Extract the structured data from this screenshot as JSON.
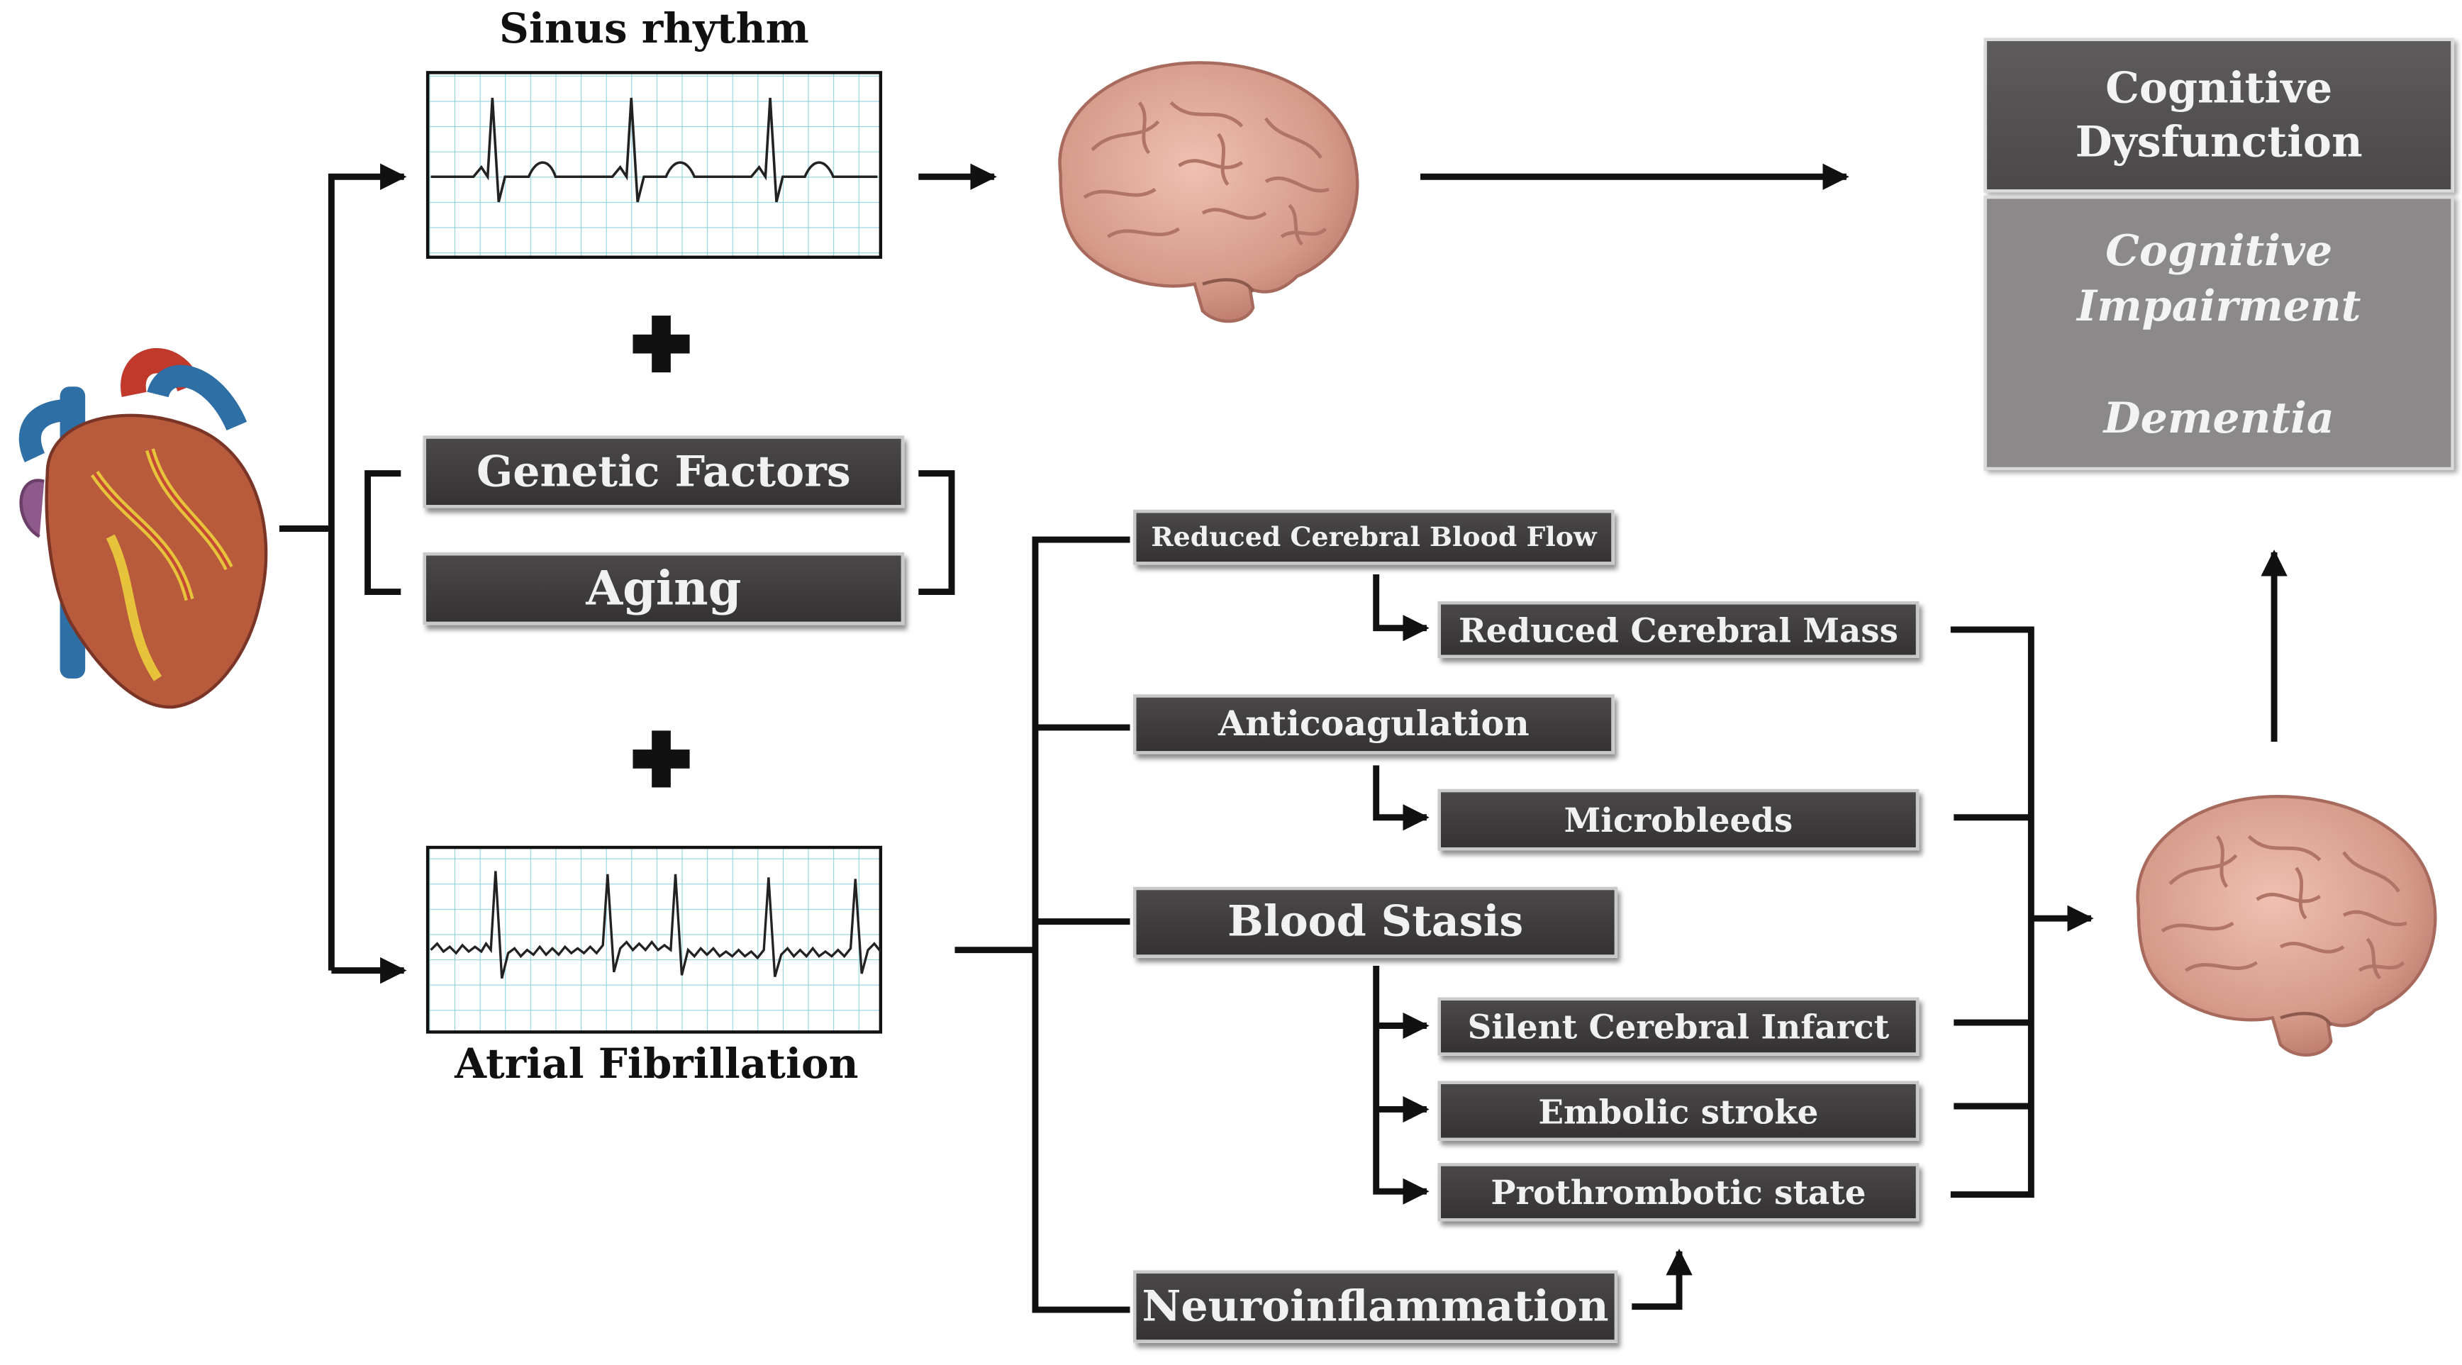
{
  "ecg": {
    "sinus_label": "Sinus rhythm",
    "af_label": "Atrial Fibrillation"
  },
  "risk_factors": [
    "Genetic Factors",
    "Aging"
  ],
  "mechanisms": {
    "reduced_flow": "Reduced Cerebral Blood Flow",
    "reduced_mass": "Reduced Cerebral Mass",
    "anticoagulation": "Anticoagulation",
    "microbleeds": "Microbleeds",
    "blood_stasis": "Blood Stasis",
    "silent_infarct": "Silent Cerebral Infarct",
    "embolic_stroke": "Embolic stroke",
    "prothrombotic": "Prothrombotic state",
    "neuroinflammation": "Neuroinflammation"
  },
  "outcomes": {
    "dysfunction_line1": "Cognitive",
    "dysfunction_line2": "Dysfunction",
    "impairment_line1": "Cognitive",
    "impairment_line2": "Impairment",
    "dementia": "Dementia"
  },
  "colors": {
    "box_fill": "#3d3b3b",
    "outcome_dark": "#545252",
    "outcome_light": "#8b8989",
    "ecg_grid": "#8fd3df",
    "brain": "#e0a898",
    "heart_red": "#c0392b",
    "heart_blue": "#2e6fa6"
  }
}
